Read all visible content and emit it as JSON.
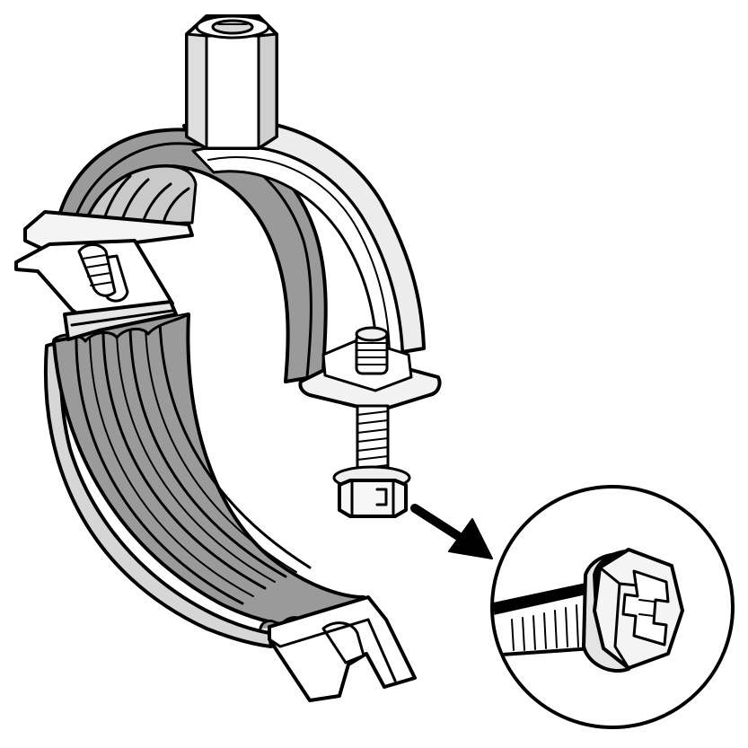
{
  "illustration": {
    "subject": "pipe-clamp-with-rubber-liner",
    "parts": [
      "threaded-hex-coupling-nut",
      "upper-steel-band",
      "upper-rubber-liner",
      "lower-steel-band",
      "lower-rubber-liner",
      "left-hinge-tab",
      "right-flange-tab",
      "captive-screw",
      "combi-head",
      "open-latch-tab",
      "direction-arrow",
      "magnified-detail-circle",
      "detail-screw-head"
    ]
  },
  "colors": {
    "ink": "#000000",
    "rubber": "#9a9a9a",
    "rubber_dark": "#6f6f6f",
    "metal": "#e8e8e8",
    "metal_light": "#f6f6f6",
    "paper": "#ffffff"
  }
}
